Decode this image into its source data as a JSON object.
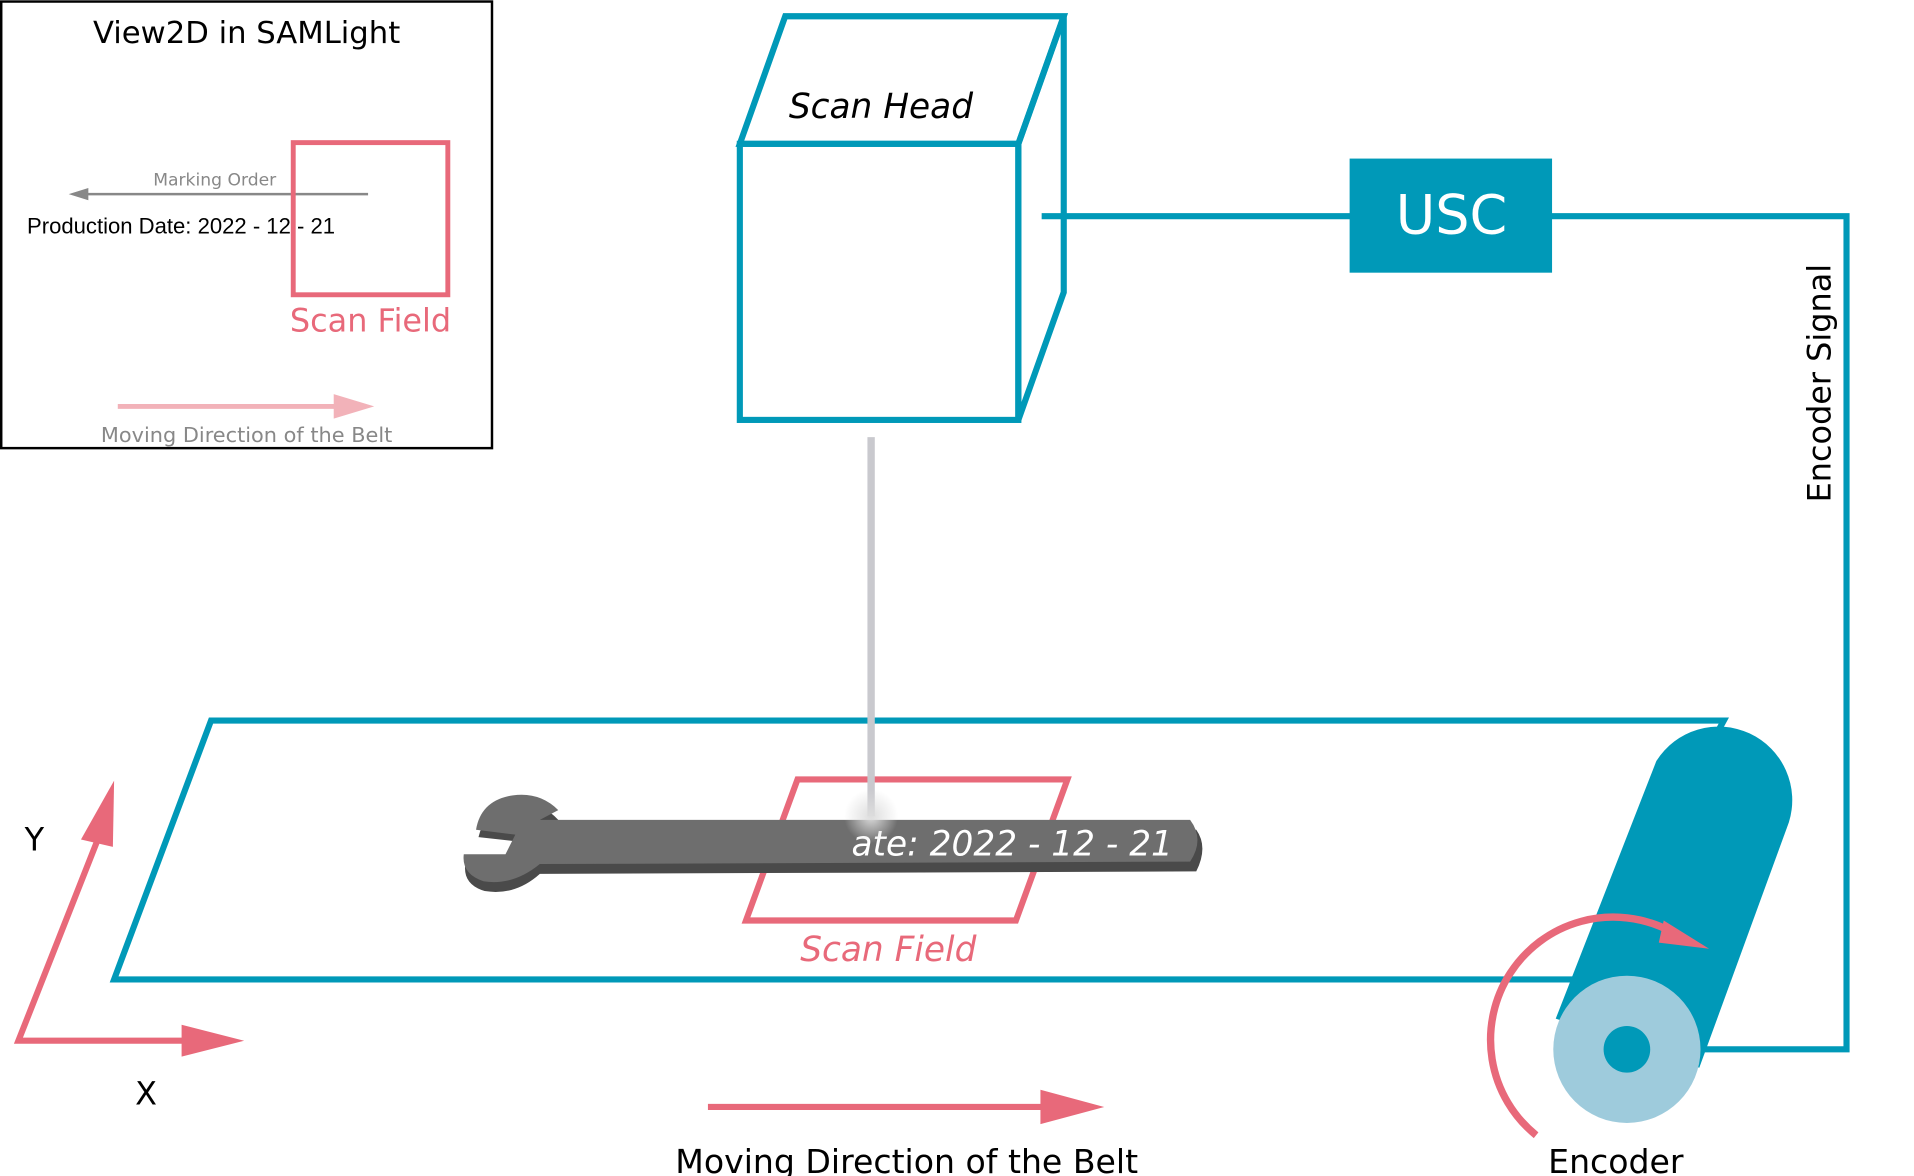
{
  "inset": {
    "title": "View2D in SAMLight",
    "marking_order": "Marking Order",
    "production_text": "Production Date: 2022 - 12 - 21",
    "scan_field": "Scan Field",
    "moving_direction": "Moving Direction of the Belt"
  },
  "scan_head": {
    "label": "Scan Head"
  },
  "usc": {
    "label": "USC"
  },
  "encoder_signal": "Encoder Signal",
  "workpiece_text": "ate: 2022 - 12 - 21",
  "scan_field": "Scan Field",
  "axes": {
    "x": "X",
    "y": "Y"
  },
  "moving_direction": "Moving Direction of the Belt",
  "encoder": "Encoder",
  "colors": {
    "teal": "#0099b8",
    "pink": "#e8697a",
    "light_blue": "#9ecbdc",
    "gray": "#6e6e6e"
  }
}
